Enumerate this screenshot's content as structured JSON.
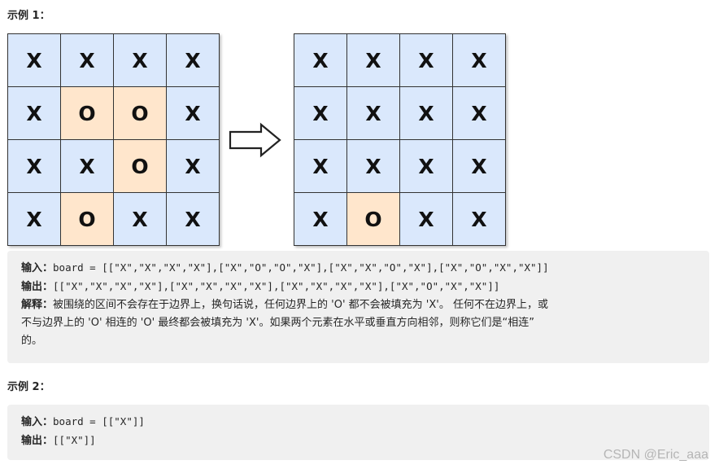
{
  "example1": {
    "heading": "示例 1：",
    "grid_before": [
      [
        "X",
        "X",
        "X",
        "X"
      ],
      [
        "X",
        "O",
        "O",
        "X"
      ],
      [
        "X",
        "X",
        "O",
        "X"
      ],
      [
        "X",
        "O",
        "X",
        "X"
      ]
    ],
    "grid_after": [
      [
        "X",
        "X",
        "X",
        "X"
      ],
      [
        "X",
        "X",
        "X",
        "X"
      ],
      [
        "X",
        "X",
        "X",
        "X"
      ],
      [
        "X",
        "O",
        "X",
        "X"
      ]
    ],
    "input_label": "输入：",
    "input_value": "board = [[\"X\",\"X\",\"X\",\"X\"],[\"X\",\"O\",\"O\",\"X\"],[\"X\",\"X\",\"O\",\"X\"],[\"X\",\"O\",\"X\",\"X\"]]",
    "output_label": "输出：",
    "output_value": "[[\"X\",\"X\",\"X\",\"X\"],[\"X\",\"X\",\"X\",\"X\"],[\"X\",\"X\",\"X\",\"X\"],[\"X\",\"O\",\"X\",\"X\"]]",
    "explain_label": "解释：",
    "explain_line1": "被围绕的区间不会存在于边界上，换句话说，任何边界上的 'O' 都不会被填充为 'X'。 任何不在边界上，或",
    "explain_line2": "不与边界上的 'O' 相连的 'O' 最终都会被填充为 'X'。如果两个元素在水平或垂直方向相邻，则称它们是“相连”",
    "explain_line3": "的。"
  },
  "example2": {
    "heading": "示例 2：",
    "input_label": "输入：",
    "input_value": "board = [[\"X\"]]",
    "output_label": "输出：",
    "output_value": "[[\"X\"]]"
  },
  "colors": {
    "x_cell": "#dae8fc",
    "o_cell": "#ffe6cc",
    "code_bg": "#f0f0f0"
  },
  "icons": [
    "right-arrow-icon"
  ],
  "watermark": "CSDN @Eric_aaa"
}
